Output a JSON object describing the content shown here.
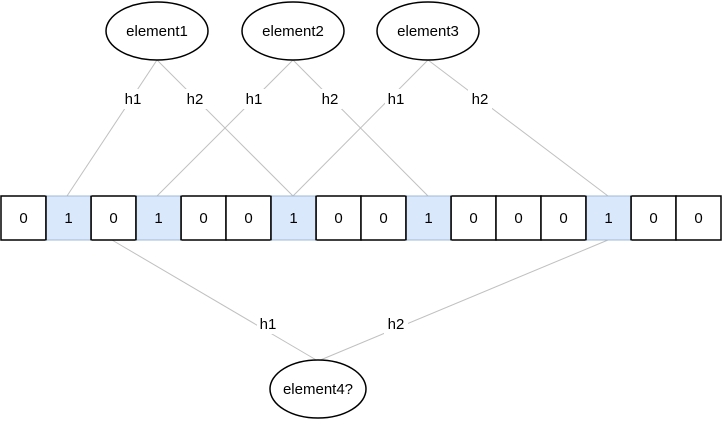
{
  "elements": [
    {
      "label": "element1"
    },
    {
      "label": "element2"
    },
    {
      "label": "element3"
    }
  ],
  "query": {
    "label": "element4?"
  },
  "hash_labels": {
    "h1": "h1",
    "h2": "h2"
  },
  "bits": [
    "0",
    "1",
    "0",
    "1",
    "0",
    "0",
    "1",
    "0",
    "0",
    "1",
    "0",
    "0",
    "0",
    "1",
    "0",
    "0"
  ],
  "colors": {
    "set_bit_fill": "#dae8fc",
    "unset_bit_fill": "#ffffff",
    "cell_stroke": "#000000",
    "set_cell_stroke": "#9fb8d6",
    "edge_stroke": "#c0c0c0"
  }
}
